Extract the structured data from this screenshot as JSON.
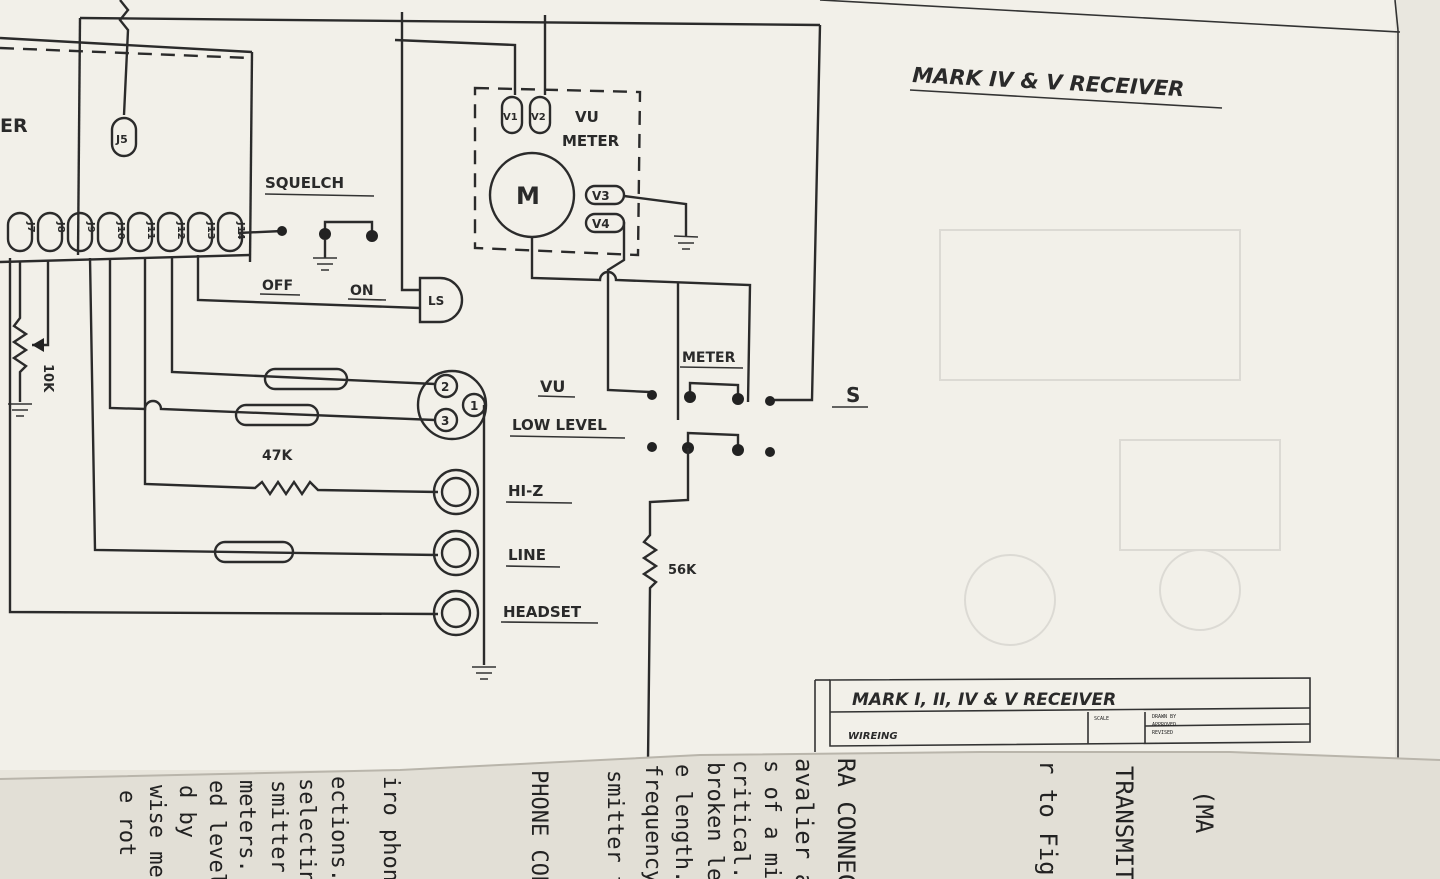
{
  "schematic": {
    "sheet_title": "MARK IV & V RECEIVER",
    "labels": {
      "er_fragment": "ER",
      "squelch": "SQUELCH",
      "off": "OFF",
      "on": "ON",
      "vu_meter_line1": "VU",
      "vu_meter_line2": "METER",
      "motor_symbol": "M",
      "v1": "V1",
      "v2": "V2",
      "v3": "V3",
      "v4": "V4",
      "ls": "LS",
      "j5": "J5",
      "res_10k": "10K",
      "res_47k": "47K",
      "res_56k": "56K",
      "meter": "METER",
      "vu": "VU",
      "low_level": "LOW LEVEL",
      "s": "S",
      "hi_z": "HI-Z",
      "line": "LINE",
      "headset": "HEADSET",
      "pin_1": "1",
      "pin_2": "2",
      "pin_3": "3"
    },
    "terminal_strip": [
      "J7",
      "J8",
      "J9",
      "J10",
      "J11",
      "J12",
      "J13",
      "J14"
    ],
    "title_block": {
      "title": "MARK I, II, IV & V  RECEIVER",
      "subtitle": "WIREING",
      "small_cells": [
        "SCALE",
        "DRAWN BY",
        "APPROVED",
        "REVISED"
      ]
    }
  },
  "facing_page": {
    "columns": [
      "e rot",
      "wise mean",
      "d by",
      "ed level",
      "meters.",
      "smitter i",
      "selecting",
      "ections.",
      "iro phone",
      "PHONE CON",
      "smitter to",
      "frequency.",
      "e length.",
      "broken lea",
      "critical.",
      "s of a mic",
      "avalier a",
      "RA CONNECT",
      "r to Fig.",
      "TRANSMIT",
      "(MA"
    ]
  }
}
